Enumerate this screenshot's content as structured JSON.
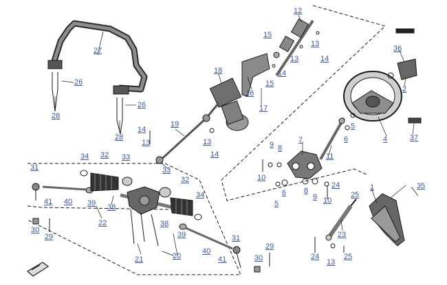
{
  "diagram": {
    "kind": "exploded-parts-view",
    "label_color": "#3a57a6",
    "line_color": "#1a1a1a",
    "part_fill": "#7a7a7a",
    "callouts": {
      "c1": "1",
      "c2": "2",
      "c4": "4",
      "c5a": "5",
      "c5b": "5",
      "c6a": "6",
      "c6b": "6",
      "c7": "7",
      "c8a": "8",
      "c8b": "8",
      "c9a": "9",
      "c9b": "9",
      "c10a": "10",
      "c10b": "10",
      "c11": "11",
      "c12": "12",
      "c13a": "13",
      "c13b": "13",
      "c13c": "13",
      "c13d": "13",
      "c13e": "13",
      "c14a": "14",
      "c14b": "14",
      "c14c": "14",
      "c14d": "14",
      "c15a": "15",
      "c15b": "15",
      "c16": "16",
      "c17": "17",
      "c18": "18",
      "c19": "19",
      "c20": "20",
      "c21": "21",
      "c22": "22",
      "c23": "23",
      "c24a": "24",
      "c24b": "24",
      "c25a": "25",
      "c25b": "25",
      "c26a": "26",
      "c26b": "26",
      "c27": "27",
      "c28a": "28",
      "c28b": "28",
      "c29a": "29",
      "c29b": "29",
      "c30a": "30",
      "c30b": "30",
      "c31a": "31",
      "c31b": "31",
      "c32a": "32",
      "c32b": "32",
      "c33a": "33",
      "c33b": "33",
      "c34a": "34",
      "c34b": "34",
      "c35": "35",
      "c36": "36",
      "c37": "37",
      "c38a": "38",
      "c38b": "38",
      "c39a": "39",
      "c39b": "39",
      "c40a": "40",
      "c40b": "40",
      "c41a": "41",
      "c41b": "41"
    }
  }
}
